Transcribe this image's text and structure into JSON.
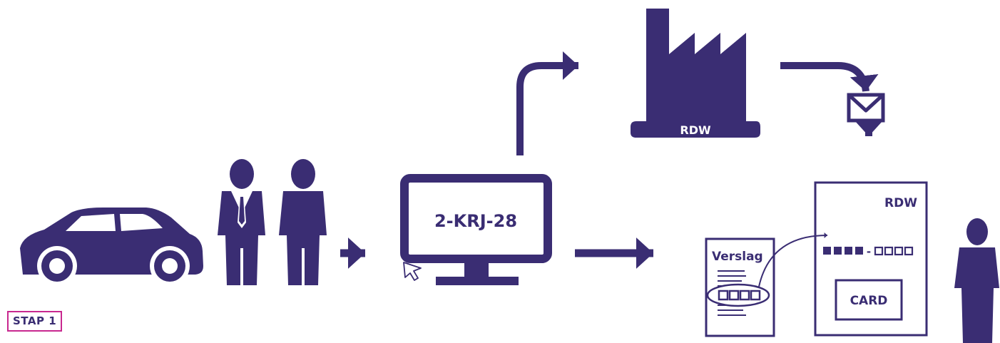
{
  "step_badge": "STAP 1",
  "monitor": {
    "plate": "2-KRJ-28"
  },
  "factory": {
    "label": "RDW"
  },
  "report": {
    "title": "Verslag"
  },
  "registration_card": {
    "label": "RDW",
    "code_separator": "-",
    "card_label": "CARD"
  },
  "colors": {
    "primary": "#3a2d73",
    "accent": "#c8288f",
    "background": "#ffffff"
  },
  "icons": [
    "car-icon",
    "businessman-icon",
    "person-icon",
    "monitor-icon",
    "cursor-icon",
    "factory-icon",
    "envelope-icon",
    "person-icon"
  ]
}
